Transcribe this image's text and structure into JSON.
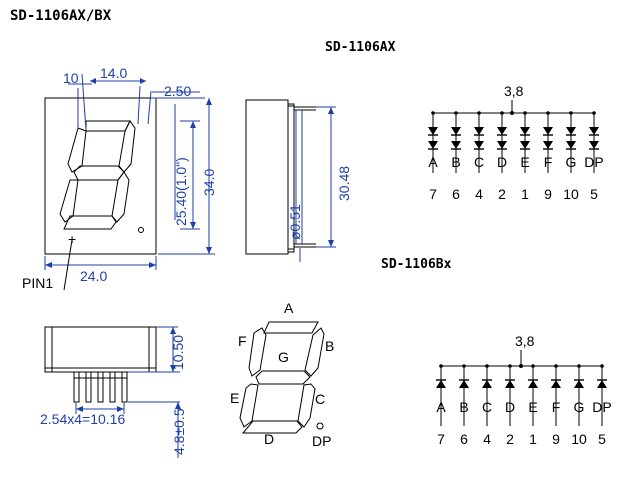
{
  "titles": {
    "main": "SD-1106AX/BX",
    "ax": "SD-1106AX",
    "bx": "SD-1106Bx"
  },
  "front_view": {
    "dim_10": "10",
    "dim_14": "14.0",
    "dim_2_50": "2.50",
    "dim_25_40": "25.40(1.0\")",
    "dim_34": "34.0",
    "dim_24": "24.0",
    "pin_label": "PIN1",
    "pin_mark": "+"
  },
  "side_view": {
    "dim_0_51": "ø0.51",
    "dim_30_48": "30.48"
  },
  "bottom_view": {
    "dim_10_50": "10.50",
    "dim_pitch": "2.54x4=10.16",
    "dim_4_8": "4.8±0.5"
  },
  "segment_labels": {
    "a": "A",
    "b": "B",
    "c": "C",
    "d": "D",
    "e": "E",
    "f": "F",
    "g": "G",
    "dp": "DP"
  },
  "schematic_ax": {
    "common": "3,8",
    "segments": [
      "A",
      "B",
      "C",
      "D",
      "E",
      "F",
      "G",
      "DP"
    ],
    "pins": [
      "7",
      "6",
      "4",
      "2",
      "1",
      "9",
      "10",
      "5"
    ]
  },
  "schematic_bx": {
    "common": "3,8",
    "segments": [
      "A",
      "B",
      "C",
      "D",
      "E",
      "F",
      "G",
      "DP"
    ],
    "pins": [
      "7",
      "6",
      "4",
      "2",
      "1",
      "9",
      "10",
      "5"
    ]
  },
  "colors": {
    "dimension": "#1f3fa8",
    "outline": "#000000",
    "background": "#ffffff"
  }
}
